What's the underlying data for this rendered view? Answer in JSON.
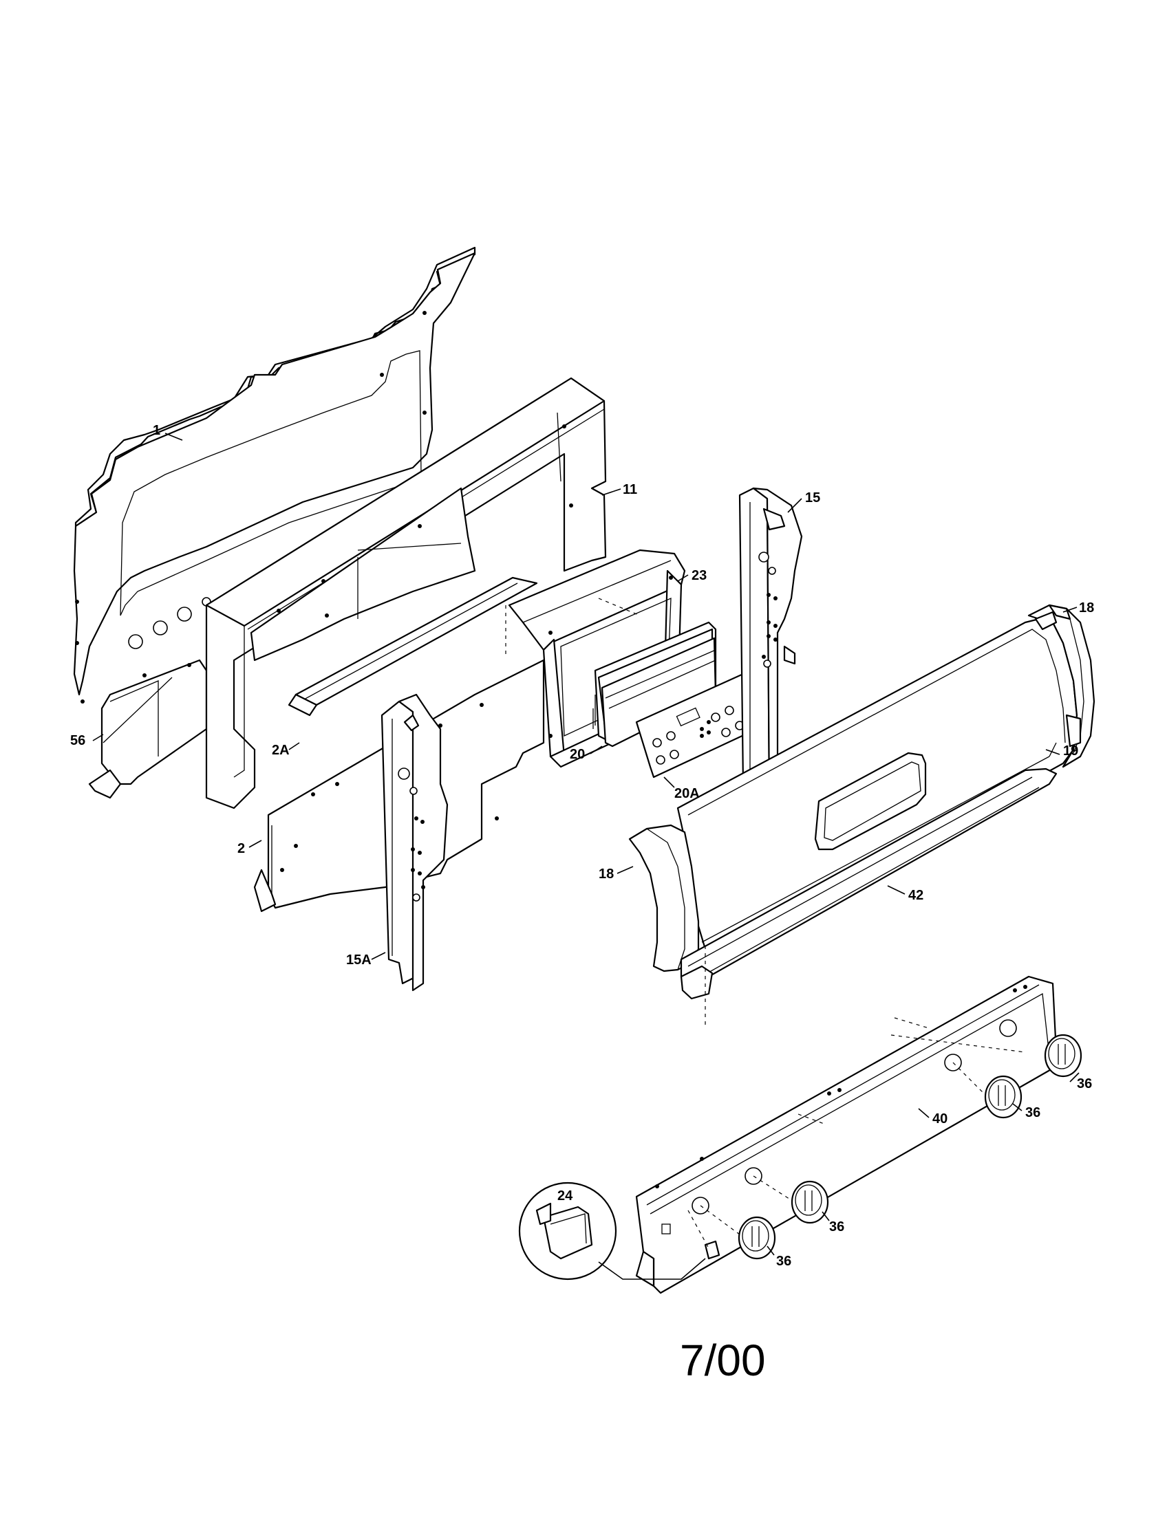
{
  "callouts": {
    "c1": "1",
    "c11": "11",
    "c15": "15",
    "c23": "23",
    "c18_top": "18",
    "c56": "56",
    "c2A": "2A",
    "c20": "20",
    "c20A": "20A",
    "c19": "19",
    "c2": "2",
    "c18_left": "18",
    "c42": "42",
    "c15A": "15A",
    "c36_a": "36",
    "c36_b": "36",
    "c36_c": "36",
    "c36_d": "36",
    "c40": "40",
    "c24": "24"
  },
  "date_code": "7/00"
}
